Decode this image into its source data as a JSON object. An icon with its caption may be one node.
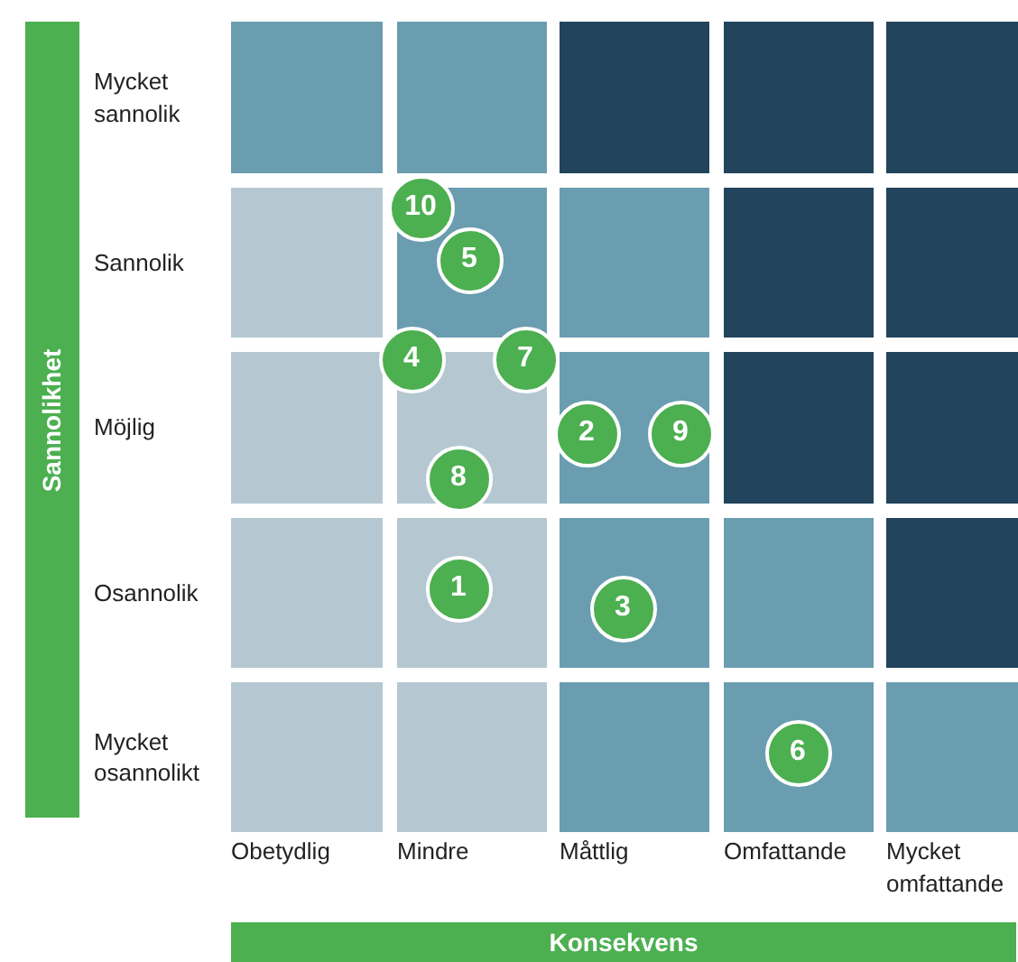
{
  "diagram": {
    "nodes": [
      {
        "text": [
          "Sannolikhet"
        ]
      },
      {
        "text": [
          "10"
        ]
      },
      {
        "text": [
          "5"
        ]
      },
      {
        "text": [
          "4"
        ]
      },
      {
        "text": [
          "7"
        ]
      },
      {
        "text": [
          "2"
        ]
      },
      {
        "text": [
          "9"
        ]
      },
      {
        "text": [
          "8"
        ]
      },
      {
        "text": [
          "1"
        ]
      },
      {
        "text": [
          "3"
        ]
      },
      {
        "text": [
          "6"
        ]
      },
      {
        "text": [
          "Konsekvens"
        ]
      }
    ],
    "labels": [
      "Mycket sannolik",
      "Sannolik",
      "Möjlig",
      "Osannolik",
      "Mycket osannolikt",
      "Obetydlig",
      "Mindre",
      "Måttlig",
      "Omfattande",
      "Mycket omfattande"
    ]
  }
}
